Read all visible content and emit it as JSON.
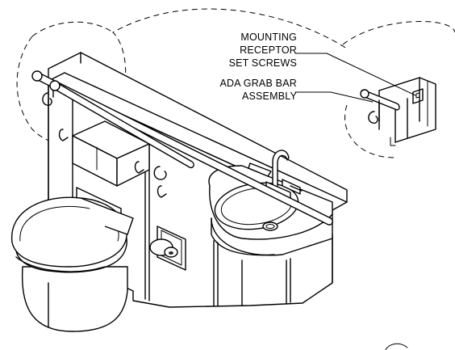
{
  "callouts": {
    "set_screws": {
      "line1": "MOUNTING",
      "line2": "RECEPTOR",
      "line3": "SET SCREWS"
    },
    "grab_bar": {
      "line1": "ADA GRAB BAR",
      "line2": "ASSEMBLY"
    }
  }
}
